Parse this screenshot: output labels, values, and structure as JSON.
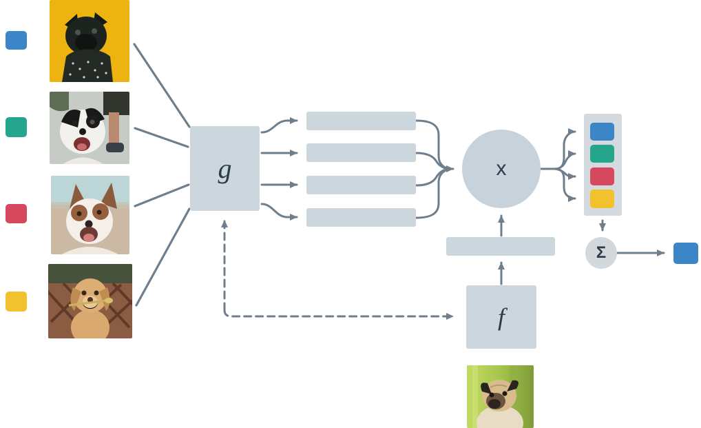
{
  "diagram": {
    "labels": {
      "encoder_g": "g",
      "encoder_f": "f",
      "multiply": "x",
      "sum": "Σ"
    },
    "palette": {
      "blue": "#3c85c6",
      "teal": "#25a58b",
      "red": "#d5485e",
      "yellow": "#f2c12e",
      "node_fill": "#ccd6dd",
      "circle_fill": "#c7d2db",
      "container_fill": "#d4dade",
      "sigma_fill": "#d2d8dc",
      "arrow": "#6e7e8c",
      "label_color": "#2c3b49"
    },
    "support_set": [
      {
        "class_color": "blue",
        "image": "black pug on yellow background"
      },
      {
        "class_color": "teal",
        "image": "white dog with black ears, person behind"
      },
      {
        "class_color": "red",
        "image": "brown and white shepherd dog on beach"
      },
      {
        "class_color": "yellow",
        "image": "golden puppy with flower at wooden fence"
      }
    ],
    "attention_outputs": [
      "blue",
      "teal",
      "red",
      "yellow"
    ],
    "query_image": "fawn pug on green background",
    "output_color": "blue"
  }
}
